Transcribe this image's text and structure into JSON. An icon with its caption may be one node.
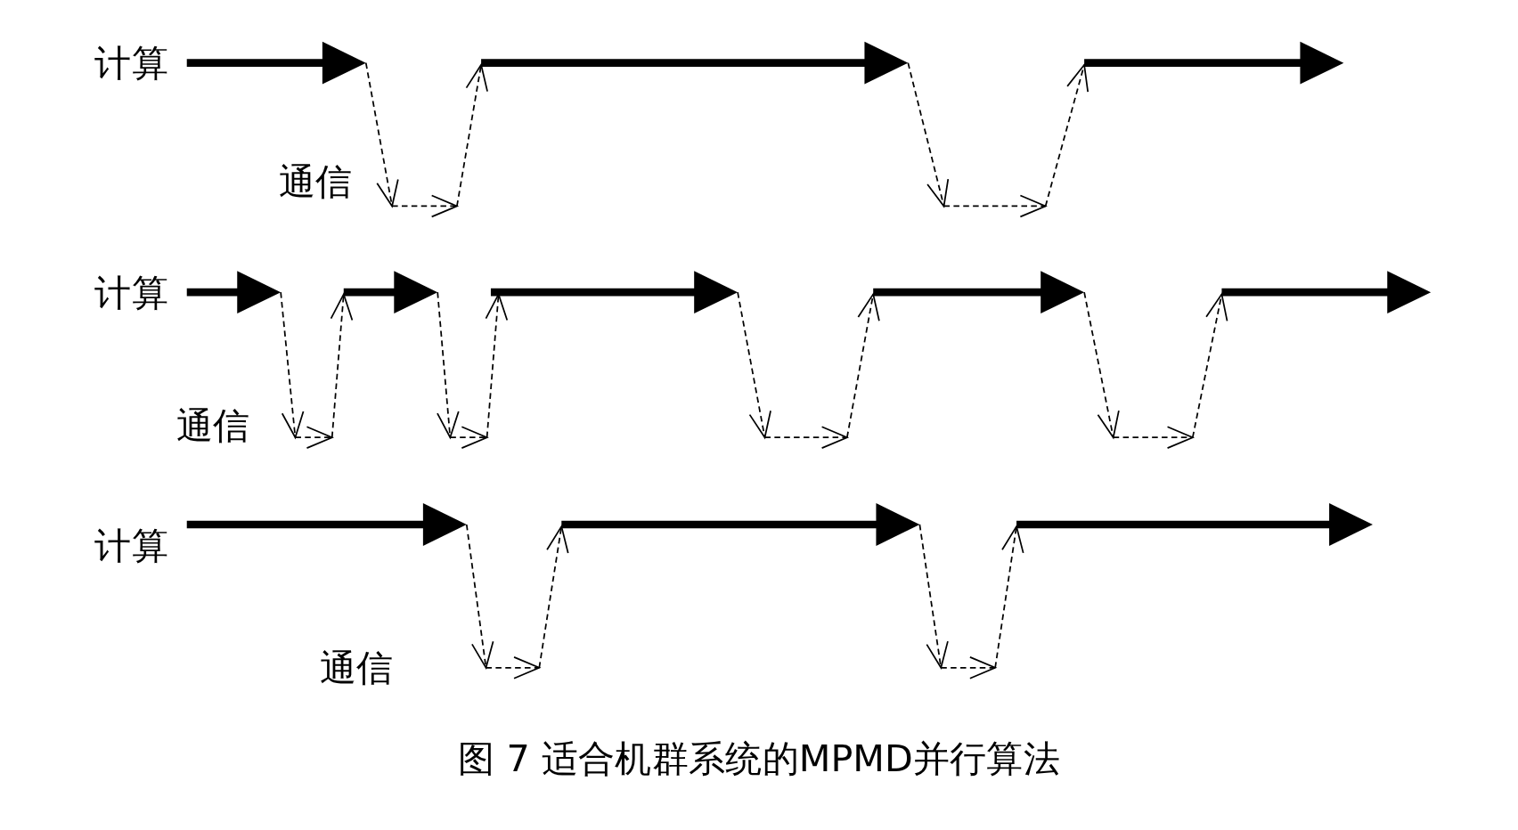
{
  "diagram": {
    "caption": "图 7 适合机群系统的MPMD并行算法",
    "labels": [
      "计算",
      "通信",
      "计算",
      "通信",
      "计算",
      "通信"
    ]
  }
}
